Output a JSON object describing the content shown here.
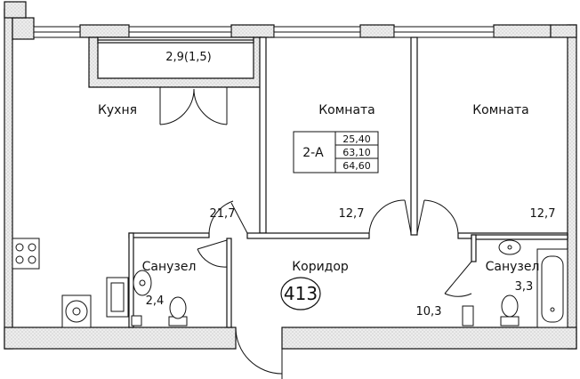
{
  "rooms": {
    "kitchen": {
      "label": "Кухня",
      "area": "21,7"
    },
    "balcony": {
      "area": "2,9(1,5)"
    },
    "room_1": {
      "label": "Комната",
      "area": "12,7"
    },
    "room_2": {
      "label": "Комната",
      "area": "12,7"
    },
    "corridor": {
      "label": "Коридор",
      "area": "10,3"
    },
    "bathroom_1": {
      "label": "Санузел",
      "area": "2,4"
    },
    "bathroom_2": {
      "label": "Санузел",
      "area": "3,3"
    }
  },
  "apartment": {
    "type": "2-А",
    "living_area": "25,40",
    "total_area": "63,10",
    "area_with_balcony": "64,60",
    "number": "413"
  },
  "colors": {
    "wall": "#e6e6e6",
    "line": "#111111"
  }
}
